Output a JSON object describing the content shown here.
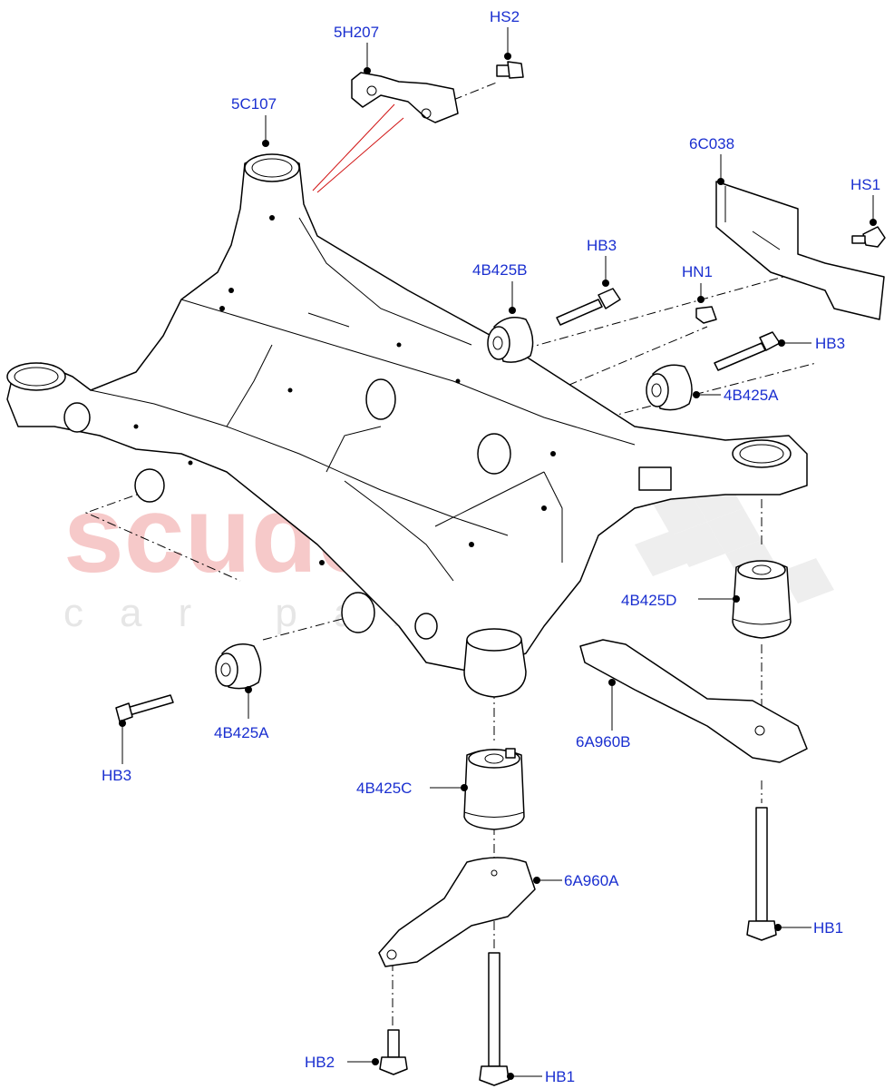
{
  "watermark": {
    "brand": "scuderia",
    "sub": "car parts"
  },
  "labels": {
    "5H207": "5H207",
    "HS2": "HS2",
    "5C107": "5C107",
    "6C038": "6C038",
    "HS1": "HS1",
    "HB3_top": "HB3",
    "4B425B": "4B425B",
    "HN1": "HN1",
    "HB3_right": "HB3",
    "4B425A_right": "4B425A",
    "4B425D": "4B425D",
    "4B425A_left": "4B425A",
    "HB3_left": "HB3",
    "6A960B": "6A960B",
    "4B425C": "4B425C",
    "6A960A": "6A960A",
    "HB1_right": "HB1",
    "HB2": "HB2",
    "HB1_bottom": "HB1"
  },
  "colors": {
    "label": "#1a2fd0",
    "watermark": "#f6c9c9",
    "leader_red": "#d01010"
  }
}
